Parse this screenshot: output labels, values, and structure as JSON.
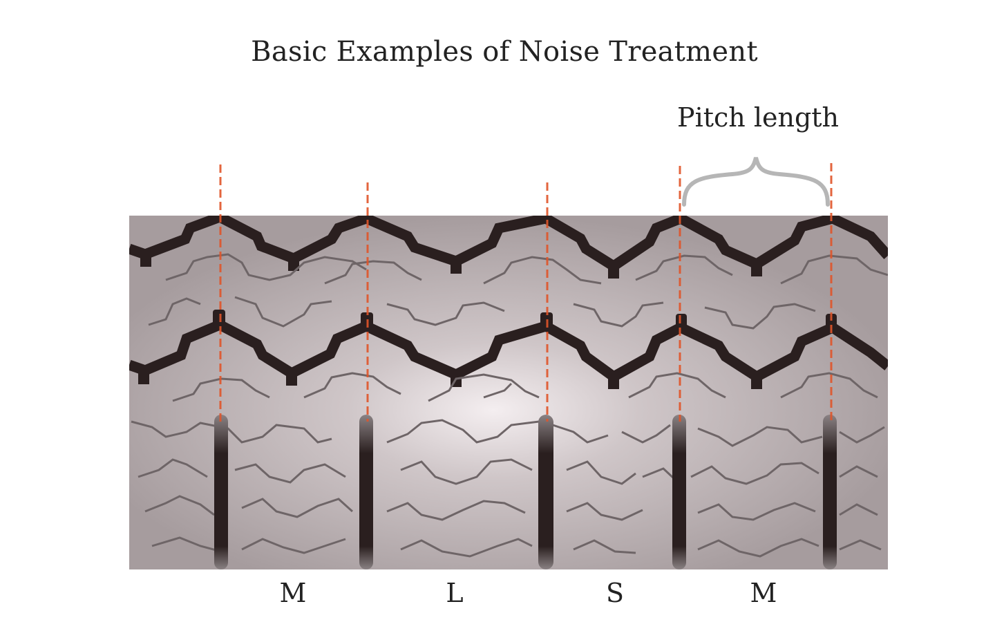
{
  "title": "Basic Examples of Noise Treatment",
  "pitch_label": "Pitch length",
  "segments": [
    "M",
    "L",
    "S",
    "M"
  ],
  "colors": {
    "tread_background": "#b2a9ab",
    "groove": "#2a1f1f",
    "sipe": "#6e6567",
    "pitch_line": "#e0552a",
    "brace": "#b6b6b6"
  }
}
